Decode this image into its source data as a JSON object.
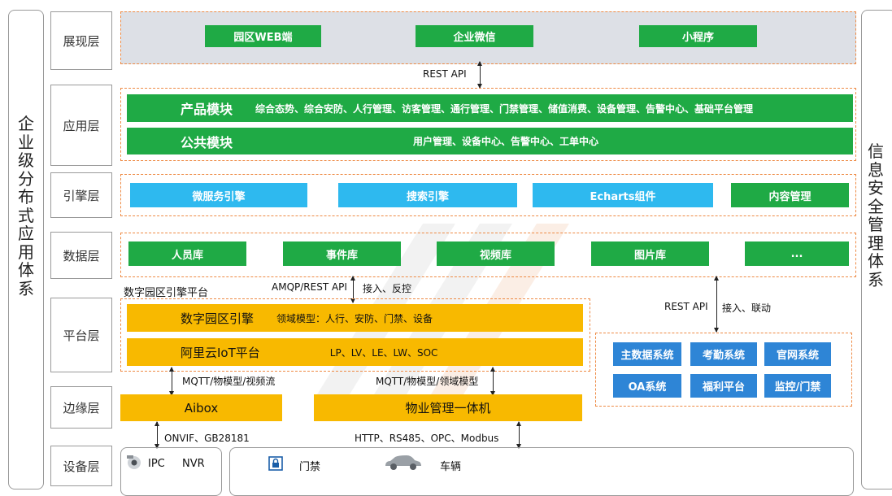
{
  "left_side": {
    "chars": [
      "企",
      "业",
      "级",
      "分",
      "布",
      "式",
      "应",
      "用",
      "体",
      "系"
    ]
  },
  "right_side": {
    "chars": [
      "信",
      "息",
      "安",
      "全",
      "管",
      "理",
      "体",
      "系"
    ]
  },
  "layers": {
    "presentation": "展现层",
    "application": "应用层",
    "engine": "引擎层",
    "data": "数据层",
    "platform": "平台层",
    "edge": "边缘层",
    "device": "设备层"
  },
  "presentation": {
    "items": [
      "园区WEB端",
      "企业微信",
      "小程序"
    ]
  },
  "connectors": {
    "rest_api_top": "REST API",
    "amqp": "AMQP/REST API",
    "access_feedback": "接入、反控",
    "platform_title": "数字园区引擎平台",
    "rest_api_right": "REST API",
    "access_link": "接入、联动",
    "mqtt_left": "MQTT/物模型/视频流",
    "mqtt_right": "MQTT/物模型/领域模型",
    "onvif": "ONVIF、GB28181",
    "http": "HTTP、RS485、OPC、Modbus"
  },
  "application": {
    "product_title": "产品模块",
    "product_items": "综合态势、综合安防、人行管理、访客管理、通行管理、门禁管理、储值消费、设备管理、告警中心、基础平台管理",
    "common_title": "公共模块",
    "common_items": "用户管理、设备中心、告警中心、工单中心"
  },
  "engine": {
    "items": [
      "微服务引擎",
      "搜索引擎",
      "Echarts组件",
      "内容管理"
    ]
  },
  "data": {
    "items": [
      "人员库",
      "事件库",
      "视频库",
      "图片库",
      "..."
    ]
  },
  "platform": {
    "engine_title": "数字园区引擎",
    "engine_desc": "领域模型：人行、安防、门禁、设备",
    "iot_title": "阿里云IoT平台",
    "iot_desc": "LP、LV、LE、LW、SOC"
  },
  "business_systems": {
    "items": [
      "主数据系统",
      "考勤系统",
      "官网系统",
      "OA系统",
      "福利平台",
      "监控/门禁"
    ]
  },
  "edge": {
    "aibox": "Aibox",
    "property": "物业管理一体机"
  },
  "device": {
    "ipc": "IPC",
    "nvr": "NVR",
    "door": "门禁",
    "vehicle": "车辆"
  },
  "colors": {
    "green": "#1faa45",
    "blue": "#2eb9ef",
    "dark_blue": "#2e85d6",
    "orange": "#f8b900",
    "dash": "#ee8a44"
  }
}
